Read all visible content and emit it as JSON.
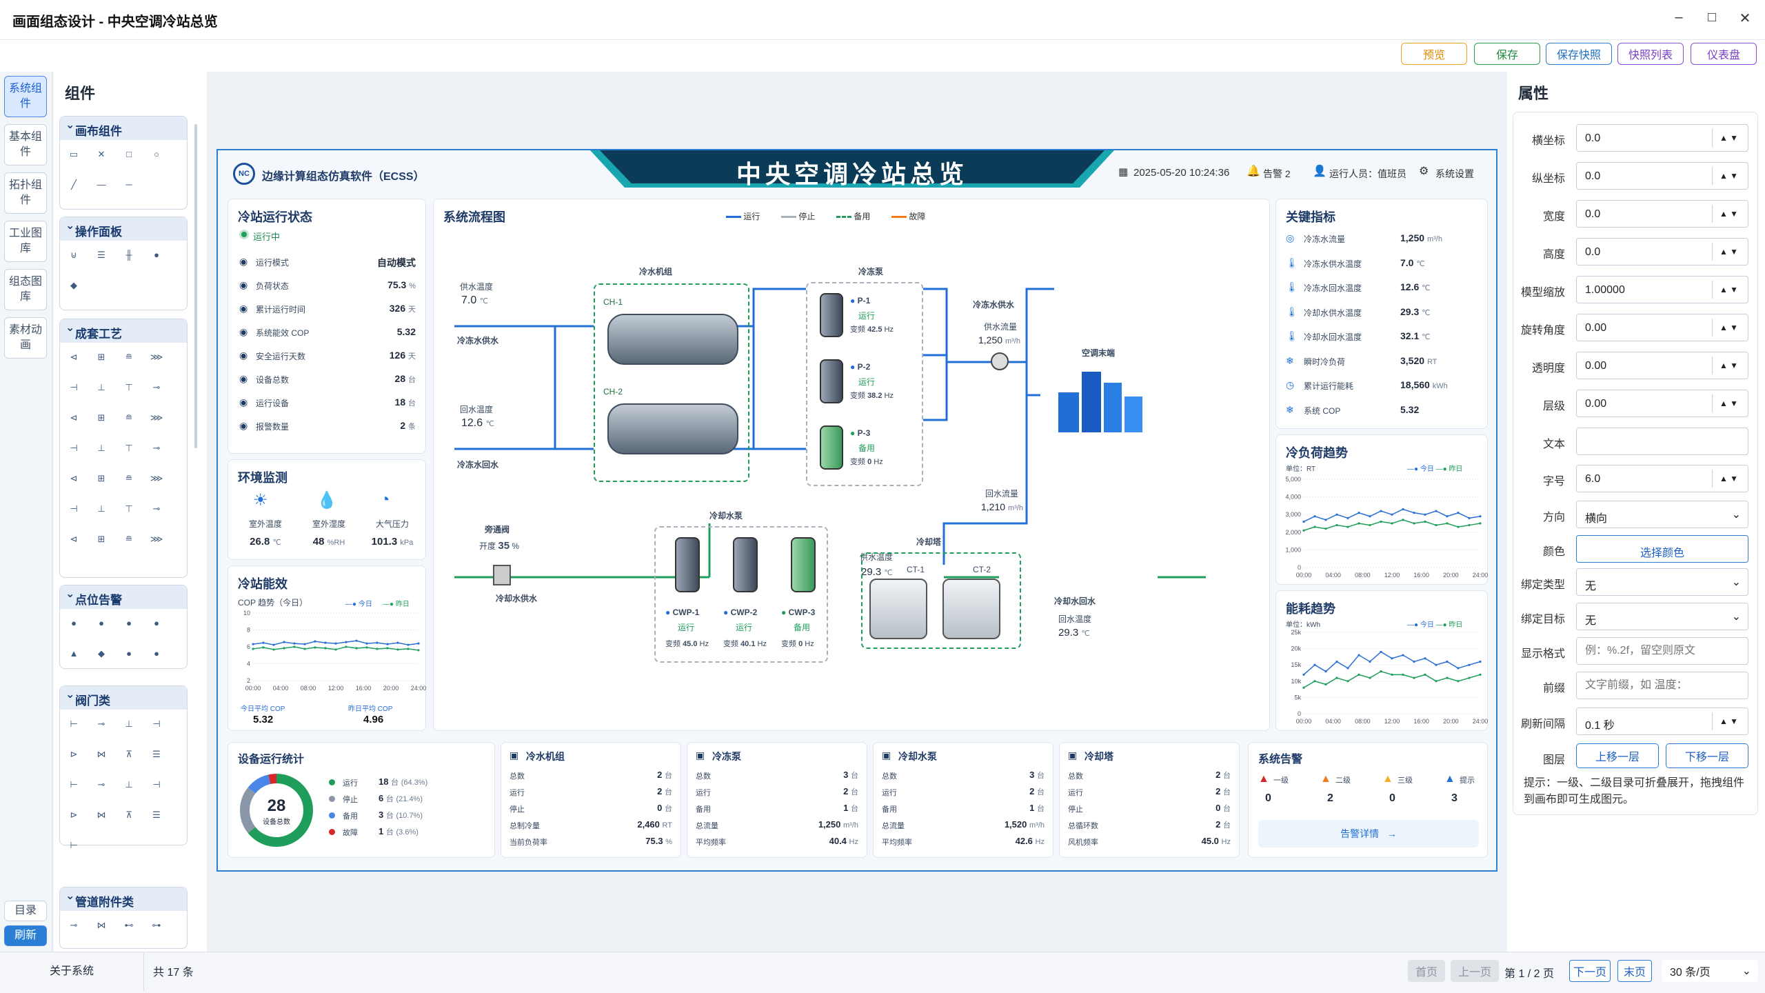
{
  "window": {
    "title": "画面组态设计 - 中央空调冷站总览",
    "min": "–",
    "max": "□",
    "close": "✕"
  },
  "toolbar": {
    "preview": "预览",
    "save": "保存",
    "save_snapshot": "保存快照",
    "snapshot_list": "快照列表",
    "dashboard": "仪表盘"
  },
  "rail": {
    "sys": "系统组件",
    "basic": "基本组件",
    "topo": "拓扑组件",
    "industry": "工业图库",
    "config": "组态图库",
    "material": "素材动画",
    "catalog": "目录",
    "refresh": "刷新"
  },
  "components": {
    "title": "组件",
    "groups": [
      "画布组件",
      "操作面板",
      "成套工艺",
      "点位告警",
      "阀门类",
      "管道附件类"
    ]
  },
  "header": {
    "software": "边缘计算组态仿真软件（ECSS）",
    "title": "中央空调冷站总览",
    "datetime": "2025-05-20 10:24:36",
    "alarm": "告警 2",
    "operator": "运行人员：值班员",
    "settings": "系统设置"
  },
  "status": {
    "title": "冷站运行状态",
    "running": "运行中",
    "rows": [
      {
        "k": "运行模式",
        "v": "自动模式",
        "u": ""
      },
      {
        "k": "负荷状态",
        "v": "75.3",
        "u": "%"
      },
      {
        "k": "累计运行时间",
        "v": "326",
        "u": "天"
      },
      {
        "k": "系统能效 COP",
        "v": "5.32",
        "u": ""
      },
      {
        "k": "安全运行天数",
        "v": "126",
        "u": "天"
      },
      {
        "k": "设备总数",
        "v": "28",
        "u": "台"
      },
      {
        "k": "运行设备",
        "v": "18",
        "u": "台"
      },
      {
        "k": "报警数量",
        "v": "2",
        "u": "条"
      }
    ]
  },
  "env": {
    "title": "环境监测",
    "items": [
      {
        "k": "室外温度",
        "v": "26.8",
        "u": "℃"
      },
      {
        "k": "室外湿度",
        "v": "48",
        "u": "%RH"
      },
      {
        "k": "大气压力",
        "v": "101.3",
        "u": "kPa"
      }
    ]
  },
  "eff": {
    "title": "冷站能效",
    "sub": "COP 趋势（今日）",
    "today": "今日",
    "yesterday": "昨日",
    "yticks": [
      "10",
      "8",
      "6",
      "4",
      "2"
    ],
    "xticks": [
      "00:00",
      "04:00",
      "08:00",
      "12:00",
      "16:00",
      "20:00",
      "24:00"
    ],
    "avg_today_label": "今日平均 COP",
    "avg_today": "5.32",
    "avg_yest_label": "昨日平均 COP",
    "avg_yest": "4.96"
  },
  "flow": {
    "title": "系统流程图",
    "legend": [
      "运行",
      "停止",
      "备用",
      "故障"
    ],
    "supply_temp_label": "供水温度",
    "supply_temp": "7.0",
    "supply_label": "冷冻水供水",
    "return_temp_label": "回水温度",
    "return_temp": "12.6",
    "return_label": "冷冻水回水",
    "chiller_group": "冷水机组",
    "ch1": "CH-1",
    "ch2": "CH-2",
    "pump_group": "冷冻泵",
    "p1": "P-1",
    "p1s": "运行",
    "p1f": "42.5",
    "p2": "P-2",
    "p2s": "运行",
    "p2f": "38.2",
    "p3": "P-3",
    "p3s": "备用",
    "p3f": "0",
    "freq": "变频",
    "hz": "Hz",
    "chw_supply": "冷冻水供水",
    "flow_label": "供水流量",
    "flow_val": "1,250",
    "flow_unit": "m³/h",
    "terminal": "空调末端",
    "return_flow_label": "回水流量",
    "return_flow": "1,210",
    "bypass": "旁通阀",
    "open_label": "开度",
    "open_val": "35",
    "cw_supply": "冷却水供水",
    "cwp_group": "冷却水泵",
    "cwp1": "CWP-1",
    "cwp1s": "运行",
    "cwp1f": "45.0",
    "cwp2": "CWP-2",
    "cwp2s": "运行",
    "cwp2f": "40.1",
    "cwp3": "CWP-3",
    "cwp3s": "备用",
    "cwp3f": "0",
    "cw_supply_temp_label": "供水温度",
    "cw_supply_temp": "29.3",
    "tower_group": "冷却塔",
    "ct1": "CT-1",
    "ct2": "CT-2",
    "cw_return": "冷却水回水",
    "cw_return_temp_label": "回水温度",
    "cw_return_temp": "29.3"
  },
  "kpi": {
    "title": "关键指标",
    "rows": [
      {
        "k": "冷冻水流量",
        "v": "1,250",
        "u": "m³/h"
      },
      {
        "k": "冷冻水供水温度",
        "v": "7.0",
        "u": "℃"
      },
      {
        "k": "冷冻水回水温度",
        "v": "12.6",
        "u": "℃"
      },
      {
        "k": "冷却水供水温度",
        "v": "29.3",
        "u": "℃"
      },
      {
        "k": "冷却水回水温度",
        "v": "32.1",
        "u": "℃"
      },
      {
        "k": "瞬时冷负荷",
        "v": "3,520",
        "u": "RT"
      },
      {
        "k": "累计运行能耗",
        "v": "18,560",
        "u": "kWh"
      },
      {
        "k": "系统 COP",
        "v": "5.32",
        "u": ""
      }
    ]
  },
  "load": {
    "title": "冷负荷趋势",
    "unit": "单位：RT",
    "yticks": [
      "5,000",
      "4,000",
      "3,000",
      "2,000",
      "1,000",
      "0"
    ]
  },
  "energy": {
    "title": "能耗趋势",
    "unit": "单位：kWh",
    "yticks": [
      "25k",
      "20k",
      "15k",
      "10k",
      "5k",
      "0"
    ]
  },
  "dev": {
    "title": "设备运行统计",
    "total": "28",
    "total_label": "设备总数",
    "rows": [
      {
        "k": "运行",
        "n": "18",
        "p": "(64.3%)",
        "c": "#1e9e5a"
      },
      {
        "k": "停止",
        "n": "6",
        "p": "(21.4%)",
        "c": "#8a97a8"
      },
      {
        "k": "备用",
        "n": "3",
        "p": "(10.7%)",
        "c": "#4a86e8"
      },
      {
        "k": "故障",
        "n": "1",
        "p": "(3.6%)",
        "c": "#d62828"
      }
    ]
  },
  "cards": [
    {
      "title": "冷水机组",
      "rows": [
        [
          "总数",
          "2",
          "台"
        ],
        [
          "运行",
          "2",
          "台"
        ],
        [
          "停止",
          "0",
          "台"
        ],
        [
          "总制冷量",
          "2,460",
          "RT"
        ],
        [
          "当前负荷率",
          "75.3",
          "%"
        ]
      ]
    },
    {
      "title": "冷冻泵",
      "rows": [
        [
          "总数",
          "3",
          "台"
        ],
        [
          "运行",
          "2",
          "台"
        ],
        [
          "备用",
          "1",
          "台"
        ],
        [
          "总流量",
          "1,250",
          "m³/h"
        ],
        [
          "平均频率",
          "40.4",
          "Hz"
        ]
      ]
    },
    {
      "title": "冷却水泵",
      "rows": [
        [
          "总数",
          "3",
          "台"
        ],
        [
          "运行",
          "2",
          "台"
        ],
        [
          "备用",
          "1",
          "台"
        ],
        [
          "总流量",
          "1,520",
          "m³/h"
        ],
        [
          "平均频率",
          "42.6",
          "Hz"
        ]
      ]
    },
    {
      "title": "冷却塔",
      "rows": [
        [
          "总数",
          "2",
          "台"
        ],
        [
          "运行",
          "2",
          "台"
        ],
        [
          "停止",
          "0",
          "台"
        ],
        [
          "总循环数",
          "2",
          "台"
        ],
        [
          "风机频率",
          "45.0",
          "Hz"
        ]
      ]
    }
  ],
  "alarms": {
    "title": "系统告警",
    "levels": [
      {
        "k": "一级",
        "n": "0",
        "c": "#d62828"
      },
      {
        "k": "二级",
        "n": "2",
        "c": "#f07a1a"
      },
      {
        "k": "三级",
        "n": "0",
        "c": "#f2b01e"
      },
      {
        "k": "提示",
        "n": "3",
        "c": "#2a6fd6"
      }
    ],
    "detail": "告警详情"
  },
  "props": {
    "title": "属性",
    "fields": [
      {
        "k": "横坐标",
        "v": "0.0"
      },
      {
        "k": "纵坐标",
        "v": "0.0"
      },
      {
        "k": "宽度",
        "v": "0.0"
      },
      {
        "k": "高度",
        "v": "0.0"
      },
      {
        "k": "模型缩放",
        "v": "1.00000"
      },
      {
        "k": "旋转角度",
        "v": "0.00"
      },
      {
        "k": "透明度",
        "v": "0.00"
      },
      {
        "k": "层级",
        "v": "0.00"
      }
    ],
    "text_label": "文本",
    "size_label": "字号",
    "size_val": "6.0",
    "dir_label": "方向",
    "dir_val": "横向",
    "color_label": "颜色",
    "color_btn": "选择颜色",
    "bind_type_label": "绑定类型",
    "bind_type": "无",
    "bind_target_label": "绑定目标",
    "bind_target": "无",
    "fmt_label": "显示格式",
    "fmt_ph": "例：%.2f，留空则原文",
    "prefix_label": "前缀",
    "prefix_ph": "文字前缀，如 温度：",
    "refresh_label": "刷新间隔",
    "refresh_val": "0.1 秒",
    "layer_label": "图层",
    "up": "上移一层",
    "down": "下移一层",
    "hint": "提示：一级、二级目录可折叠展开，拖拽组件到画布即可生成图元。"
  },
  "statusbar": {
    "about": "关于系统",
    "count": "共 17 条",
    "first": "首页",
    "prev": "上一页",
    "page": "第 1 / 2 页",
    "next": "下一页",
    "last": "末页",
    "per": "30 条/页"
  }
}
